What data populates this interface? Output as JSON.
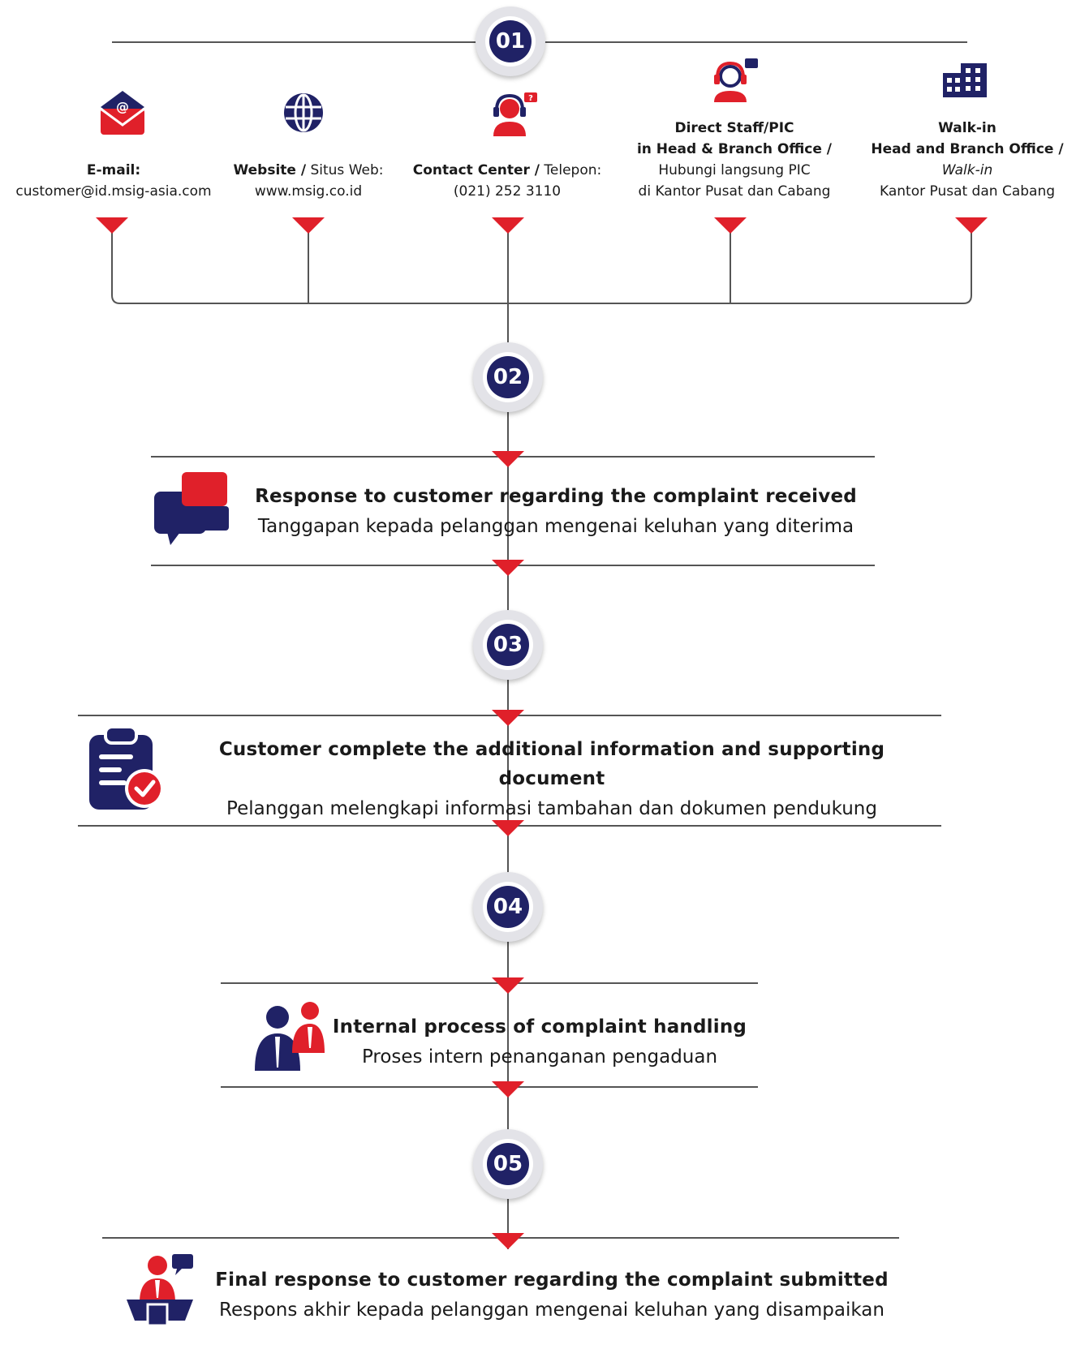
{
  "colors": {
    "navy": "#202266",
    "red": "#e0202a",
    "line": "#555555"
  },
  "steps": [
    "01",
    "02",
    "03",
    "04",
    "05"
  ],
  "channels": [
    {
      "icon": "email-icon",
      "title": "E-mail:",
      "detail": "customer@id.msig-asia.com"
    },
    {
      "icon": "globe-icon",
      "title": "Website /",
      "title_rest": " Situs Web:",
      "detail": "www.msig.co.id"
    },
    {
      "icon": "call-center-icon",
      "title": "Contact Center /",
      "title_rest": " Telepon:",
      "detail": "(021) 252 3110"
    },
    {
      "icon": "staff-headset-icon",
      "line1": "Direct Staff/PIC",
      "line2": "in Head & Branch Office /",
      "line3": "Hubungi langsung PIC",
      "line4": "di Kantor Pusat dan Cabang"
    },
    {
      "icon": "office-building-icon",
      "line1": "Walk-in",
      "line2": "Head and Branch Office /",
      "line3": "Walk-in",
      "line4": "Kantor Pusat dan Cabang"
    }
  ],
  "stages": [
    {
      "icon": "chat-bubbles-icon",
      "title": "Response to customer regarding the complaint received",
      "subtitle": "Tanggapan kepada pelanggan mengenai keluhan yang diterima"
    },
    {
      "icon": "clipboard-check-icon",
      "title": "Customer complete the additional information and supporting document",
      "subtitle": "Pelanggan melengkapi informasi tambahan dan dokumen pendukung"
    },
    {
      "icon": "team-people-icon",
      "title": "Internal process of complaint handling",
      "subtitle": "Proses intern penanganan pengaduan"
    },
    {
      "icon": "officer-desk-icon",
      "title": "Final response to customer regarding the complaint submitted",
      "subtitle": "Respons akhir kepada pelanggan mengenai keluhan yang disampaikan"
    }
  ]
}
